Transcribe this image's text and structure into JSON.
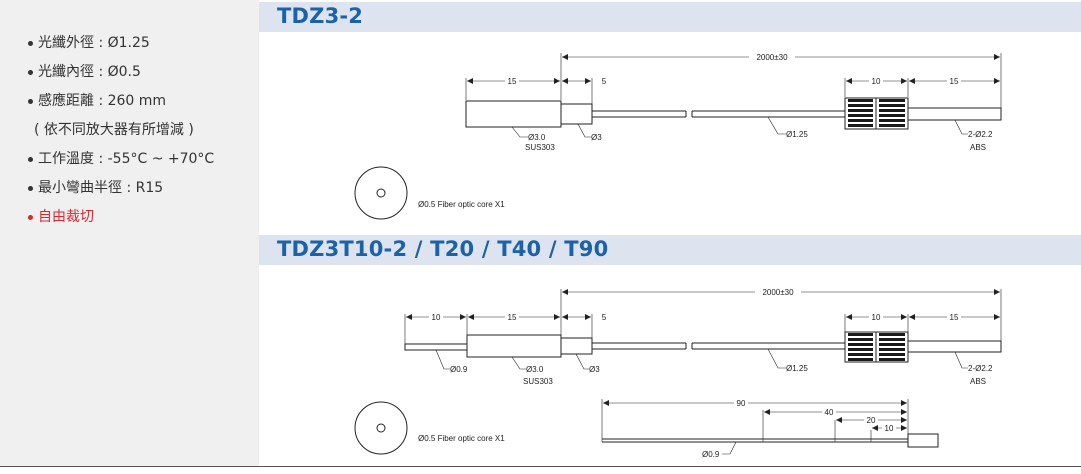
{
  "specs": {
    "items": [
      "光纖外徑 : Ø1.25",
      "光纖內徑 : Ø0.5",
      "感應距離 : 260 mm",
      "( 依不同放大器有所增減 )",
      "工作溫度 : -55°C ~ +70°C",
      "最小彎曲半徑 : R15",
      "自由裁切"
    ],
    "highlight_color": "#e0262c"
  },
  "section1": {
    "title": "TDZ3-2",
    "dims": {
      "total": "2000±30",
      "tip_len": "15",
      "step_len": "5",
      "sleeve_len": "10",
      "end_len": "15"
    },
    "callouts": {
      "tip_dia": "Ø3.0",
      "tip_mat": "SUS303",
      "step_dia": "Ø3",
      "fiber_dia": "Ø1.25",
      "end_dia": "2-Ø2.2",
      "end_mat": "ABS"
    },
    "core_label": "Ø0.5 Fiber optic core X1"
  },
  "section2": {
    "title": "TDZ3T10-2 / T20 / T40 / T90",
    "dims": {
      "total": "2000±30",
      "needle_len": "10",
      "tip_len": "15",
      "step_len": "5",
      "sleeve_len": "10",
      "end_len": "15"
    },
    "callouts": {
      "needle_dia": "Ø0.9",
      "tip_dia": "Ø3.0",
      "tip_mat": "SUS303",
      "step_dia": "Ø3",
      "fiber_dia": "Ø1.25",
      "end_dia": "2-Ø2.2",
      "end_mat": "ABS"
    },
    "core_label": "Ø0.5 Fiber optic core X1",
    "needle_detail": {
      "len_90": "90",
      "len_40": "40",
      "len_20": "20",
      "len_10": "10",
      "needle_dia": "Ø0.9"
    }
  },
  "colors": {
    "title": "#1b62a8",
    "band": "#dde4f0",
    "sidebar": "#f0f0f1"
  }
}
